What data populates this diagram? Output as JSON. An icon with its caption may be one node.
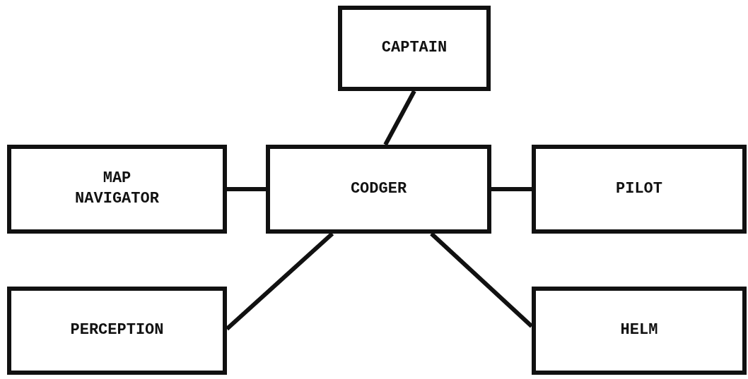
{
  "diagram": {
    "nodes": [
      {
        "text": [
          "CAPTAIN"
        ]
      },
      {
        "text": [
          "MAP NAVIGATOR"
        ]
      },
      {
        "text": [
          "CODGER"
        ]
      },
      {
        "text": [
          "PILOT"
        ]
      },
      {
        "text": [
          "PERCEPTION"
        ]
      },
      {
        "text": [
          "HELM"
        ]
      }
    ],
    "edges": [
      {
        "from": 0,
        "to": 2,
        "arrow": "none"
      },
      {
        "from": 1,
        "to": 2,
        "arrow": "none"
      },
      {
        "from": 2,
        "to": 3,
        "arrow": "none"
      },
      {
        "from": 2,
        "to": 4,
        "arrow": "none"
      },
      {
        "from": 2,
        "to": 5,
        "arrow": "none"
      }
    ]
  }
}
